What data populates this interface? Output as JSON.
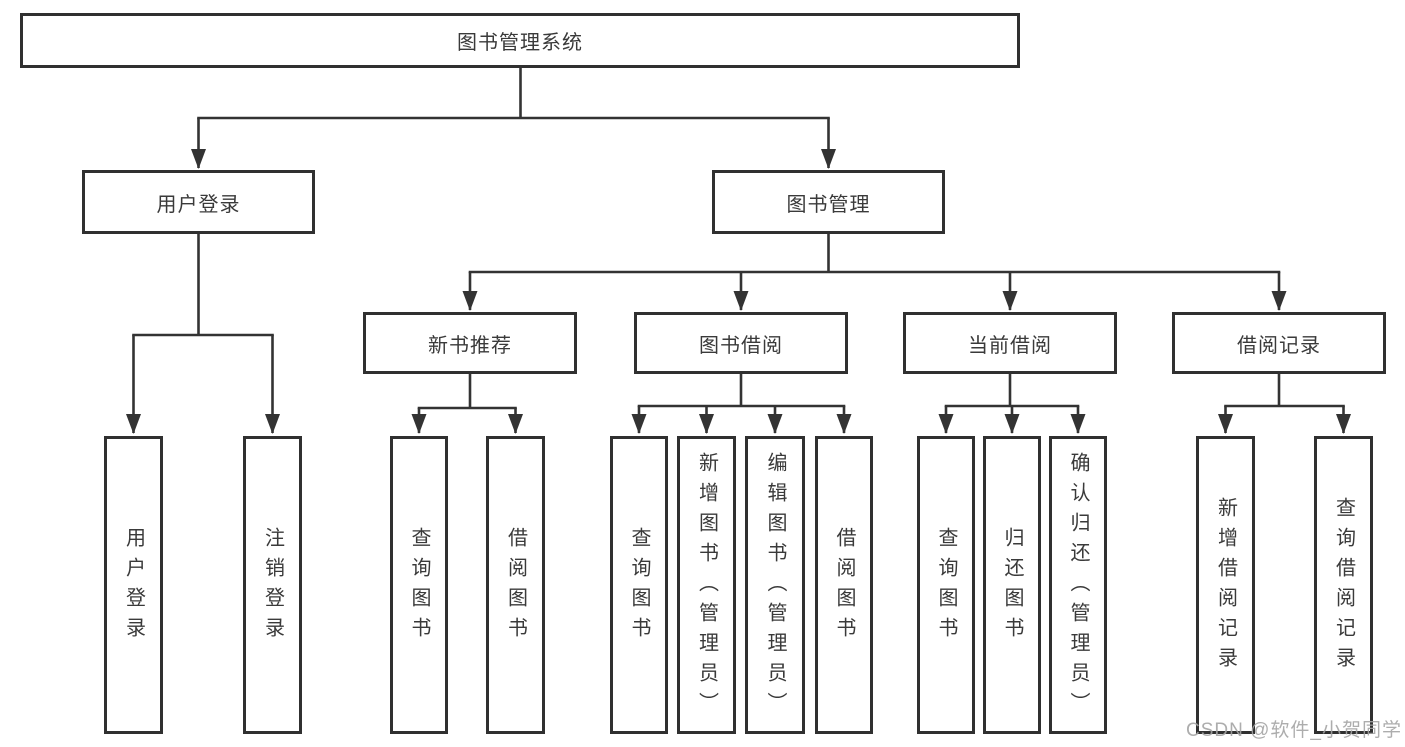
{
  "diagram": {
    "root": "图书管理系统",
    "level2": [
      "用户登录",
      "图书管理"
    ],
    "level3": [
      "新书推荐",
      "图书借阅",
      "当前借阅",
      "借阅记录"
    ],
    "leaves_user_login": [
      "用户登录",
      "注销登录"
    ],
    "leaves_new_book_recommend": [
      "查询图书",
      "借阅图书"
    ],
    "leaves_book_borrow": [
      "查询图书",
      "新增图书（管理员）",
      "编辑图书（管理员）",
      "借阅图书"
    ],
    "leaves_current_borrow": [
      "查询图书",
      "归还图书",
      "确认归还（管理员）"
    ],
    "leaves_borrow_records": [
      "新增借阅记录",
      "查询借阅记录"
    ],
    "colors": {
      "line": "#333333",
      "box_border": "#303030",
      "box_fill": "#ffffff",
      "text": "#3a3a3a",
      "watermark": "#a4a4a4",
      "background": "#ffffff"
    }
  },
  "watermark": "CSDN @软件_小贺同学"
}
